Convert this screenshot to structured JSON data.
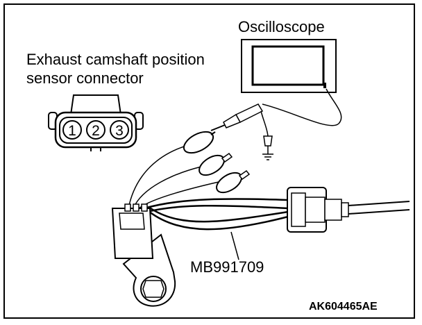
{
  "labels": {
    "oscilloscope": "Oscilloscope",
    "connector_line1": "Exhaust camshaft position",
    "connector_line2": "sensor connector",
    "tool_number": "MB991709",
    "figure_id": "AK604465AE"
  },
  "connector_pins": [
    "1",
    "2",
    "3"
  ],
  "colors": {
    "line": "#000000",
    "background": "#ffffff"
  }
}
